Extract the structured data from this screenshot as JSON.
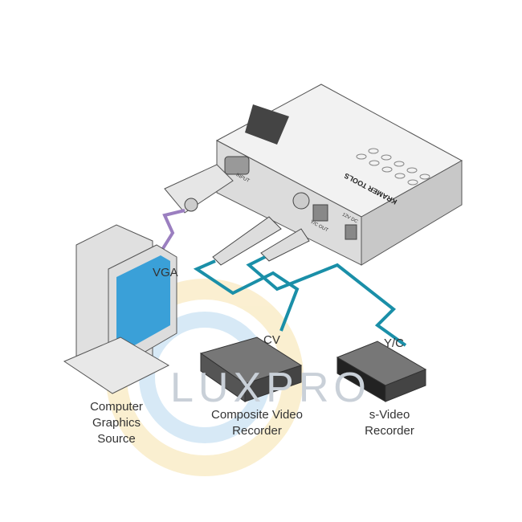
{
  "device": {
    "brand": "KRAMER TOOLS",
    "input_label": "INPUT",
    "yc_out_label": "Y/C OUT",
    "power_label": "12V DC"
  },
  "labels": {
    "vga": "VGA",
    "cv": "CV",
    "yc": "Y/C",
    "source": [
      "Computer",
      "Graphics",
      "Source"
    ],
    "composite": [
      "Composite Video",
      "Recorder"
    ],
    "svideo": [
      "s-Video",
      "Recorder"
    ]
  },
  "watermark": "LUXPRO",
  "colors": {
    "vga_cable": "#9b7fc0",
    "video_cable": "#1a8fa8",
    "device": "#e8e8e8"
  }
}
